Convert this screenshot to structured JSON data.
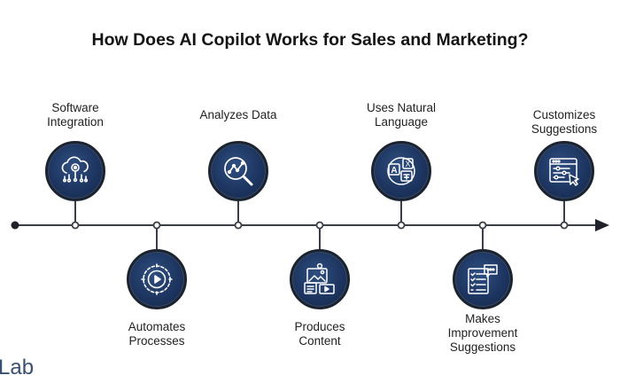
{
  "title": "How Does AI Copilot Works for Sales and Marketing?",
  "watermark": "Lab",
  "steps": [
    {
      "label": "Software\nIntegration",
      "icon": "cloud-network-icon",
      "position": "above"
    },
    {
      "label": "Automates\nProcesses",
      "icon": "gear-play-icon",
      "position": "below"
    },
    {
      "label": "Analyzes Data",
      "icon": "magnifier-chart-icon",
      "position": "above"
    },
    {
      "label": "Produces\nContent",
      "icon": "content-media-icon",
      "position": "below"
    },
    {
      "label": "Uses Natural\nLanguage",
      "icon": "language-translate-icon",
      "position": "above"
    },
    {
      "label": "Makes\nImprovement\nSuggestions",
      "icon": "checklist-chat-icon",
      "position": "below"
    },
    {
      "label": "Customizes\nSuggestions",
      "icon": "settings-window-icon",
      "position": "above"
    }
  ],
  "colors": {
    "node_fill": "#1d3560",
    "line": "#3a3f47"
  }
}
